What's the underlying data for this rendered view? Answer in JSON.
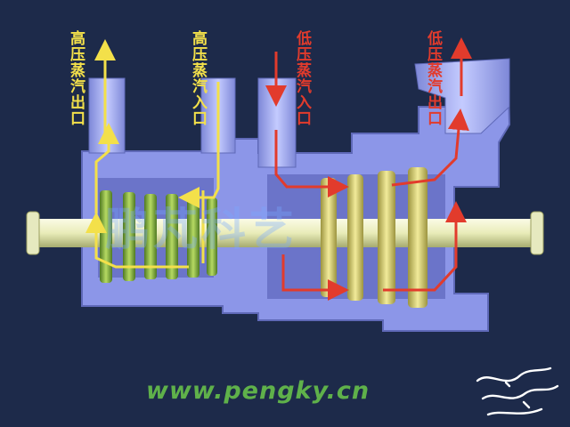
{
  "labels": {
    "hp_steam_outlet": "高压蒸汽出口",
    "hp_steam_inlet": "高压蒸汽入口",
    "lp_steam_inlet": "低压蒸汽入口",
    "lp_steam_outlet": "低压蒸汽出口"
  },
  "website": "www.pengky.cn",
  "watermark": "鹏芃科艺",
  "colors": {
    "background": "#1d2a4a",
    "casing": "#8c96e8",
    "hp_flow": "#f3e04a",
    "lp_flow": "#e23b2c",
    "shaft": "#ecefc8",
    "hp_blades": "#7fae3a",
    "lp_blades": "#d9cf6b",
    "website": "#5fb14a"
  },
  "icons": {
    "corner_logo": "calligraphy-logo-icon"
  }
}
